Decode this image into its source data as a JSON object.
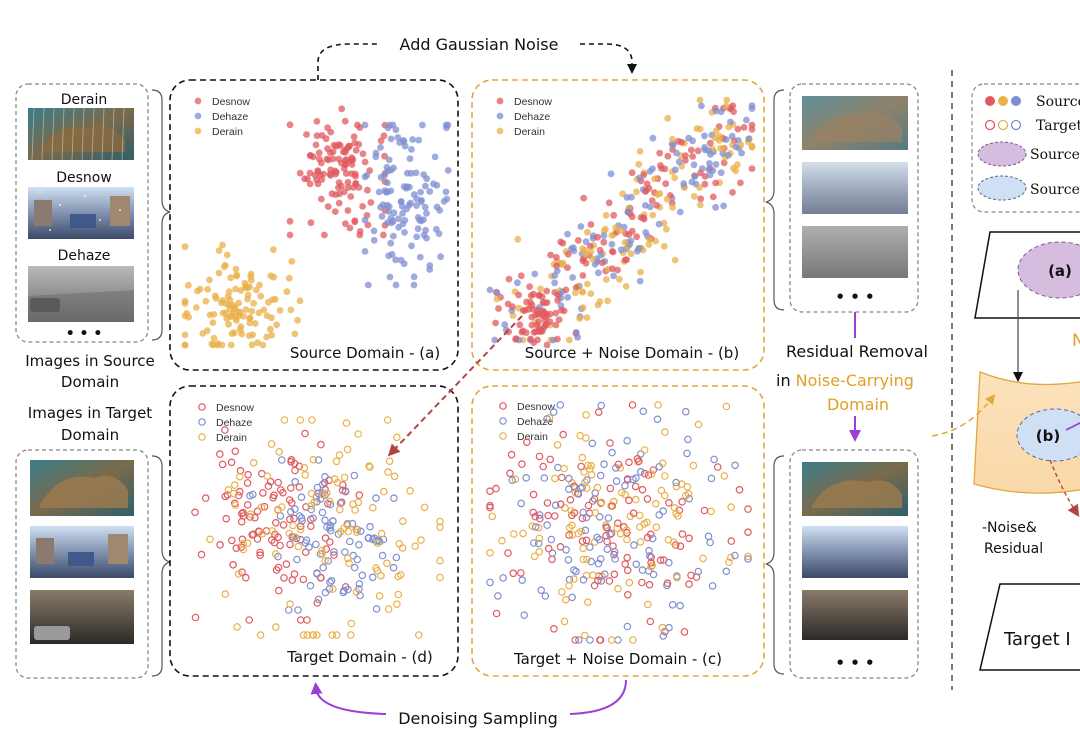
{
  "top_arrow_label": "Add Gaussian Noise",
  "bottom_arrow_label": "Denoising Sampling",
  "source_images": {
    "items": [
      "Derain",
      "Desnow",
      "Dehaze"
    ],
    "ellipsis": "• • •",
    "caption_line1": "Images in Source",
    "caption_line2": "Domain"
  },
  "target_images": {
    "caption_line1": "Images in Target",
    "caption_line2": "Domain"
  },
  "legend": [
    "Desnow",
    "Dehaze",
    "Derain"
  ],
  "panels": {
    "a": "Source Domain - (a)",
    "b": "Source + Noise Domain - (b)",
    "c": "Target + Noise Domain - (c)",
    "d": "Target Domain - (d)"
  },
  "right_column": {
    "ellipsis_top": "• • •",
    "ellipsis_bottom": "• • •",
    "residual_line1": "Residual Removal",
    "residual_line2_a": "in ",
    "residual_line2_b": "Noise-Carrying",
    "residual_line3": "Domain"
  },
  "right_partial": {
    "legend_source_dots": "Source",
    "legend_target_dots": "Target",
    "legend_source_purple": "Source",
    "legend_source_blue": "Source",
    "node_a": "(a)",
    "node_b": "(b)",
    "n_fragment": "N",
    "noise_residual_line1": "-Noise&",
    "noise_residual_line2": "Residual",
    "target_box": "Target I"
  },
  "colors": {
    "desnow": "#e05a5f",
    "dehaze": "#7f8fd1",
    "derain": "#eab04a",
    "orange_accent": "#e0a93a",
    "purple_accent": "#9a3fd8",
    "noise_text": "#e0a020"
  }
}
